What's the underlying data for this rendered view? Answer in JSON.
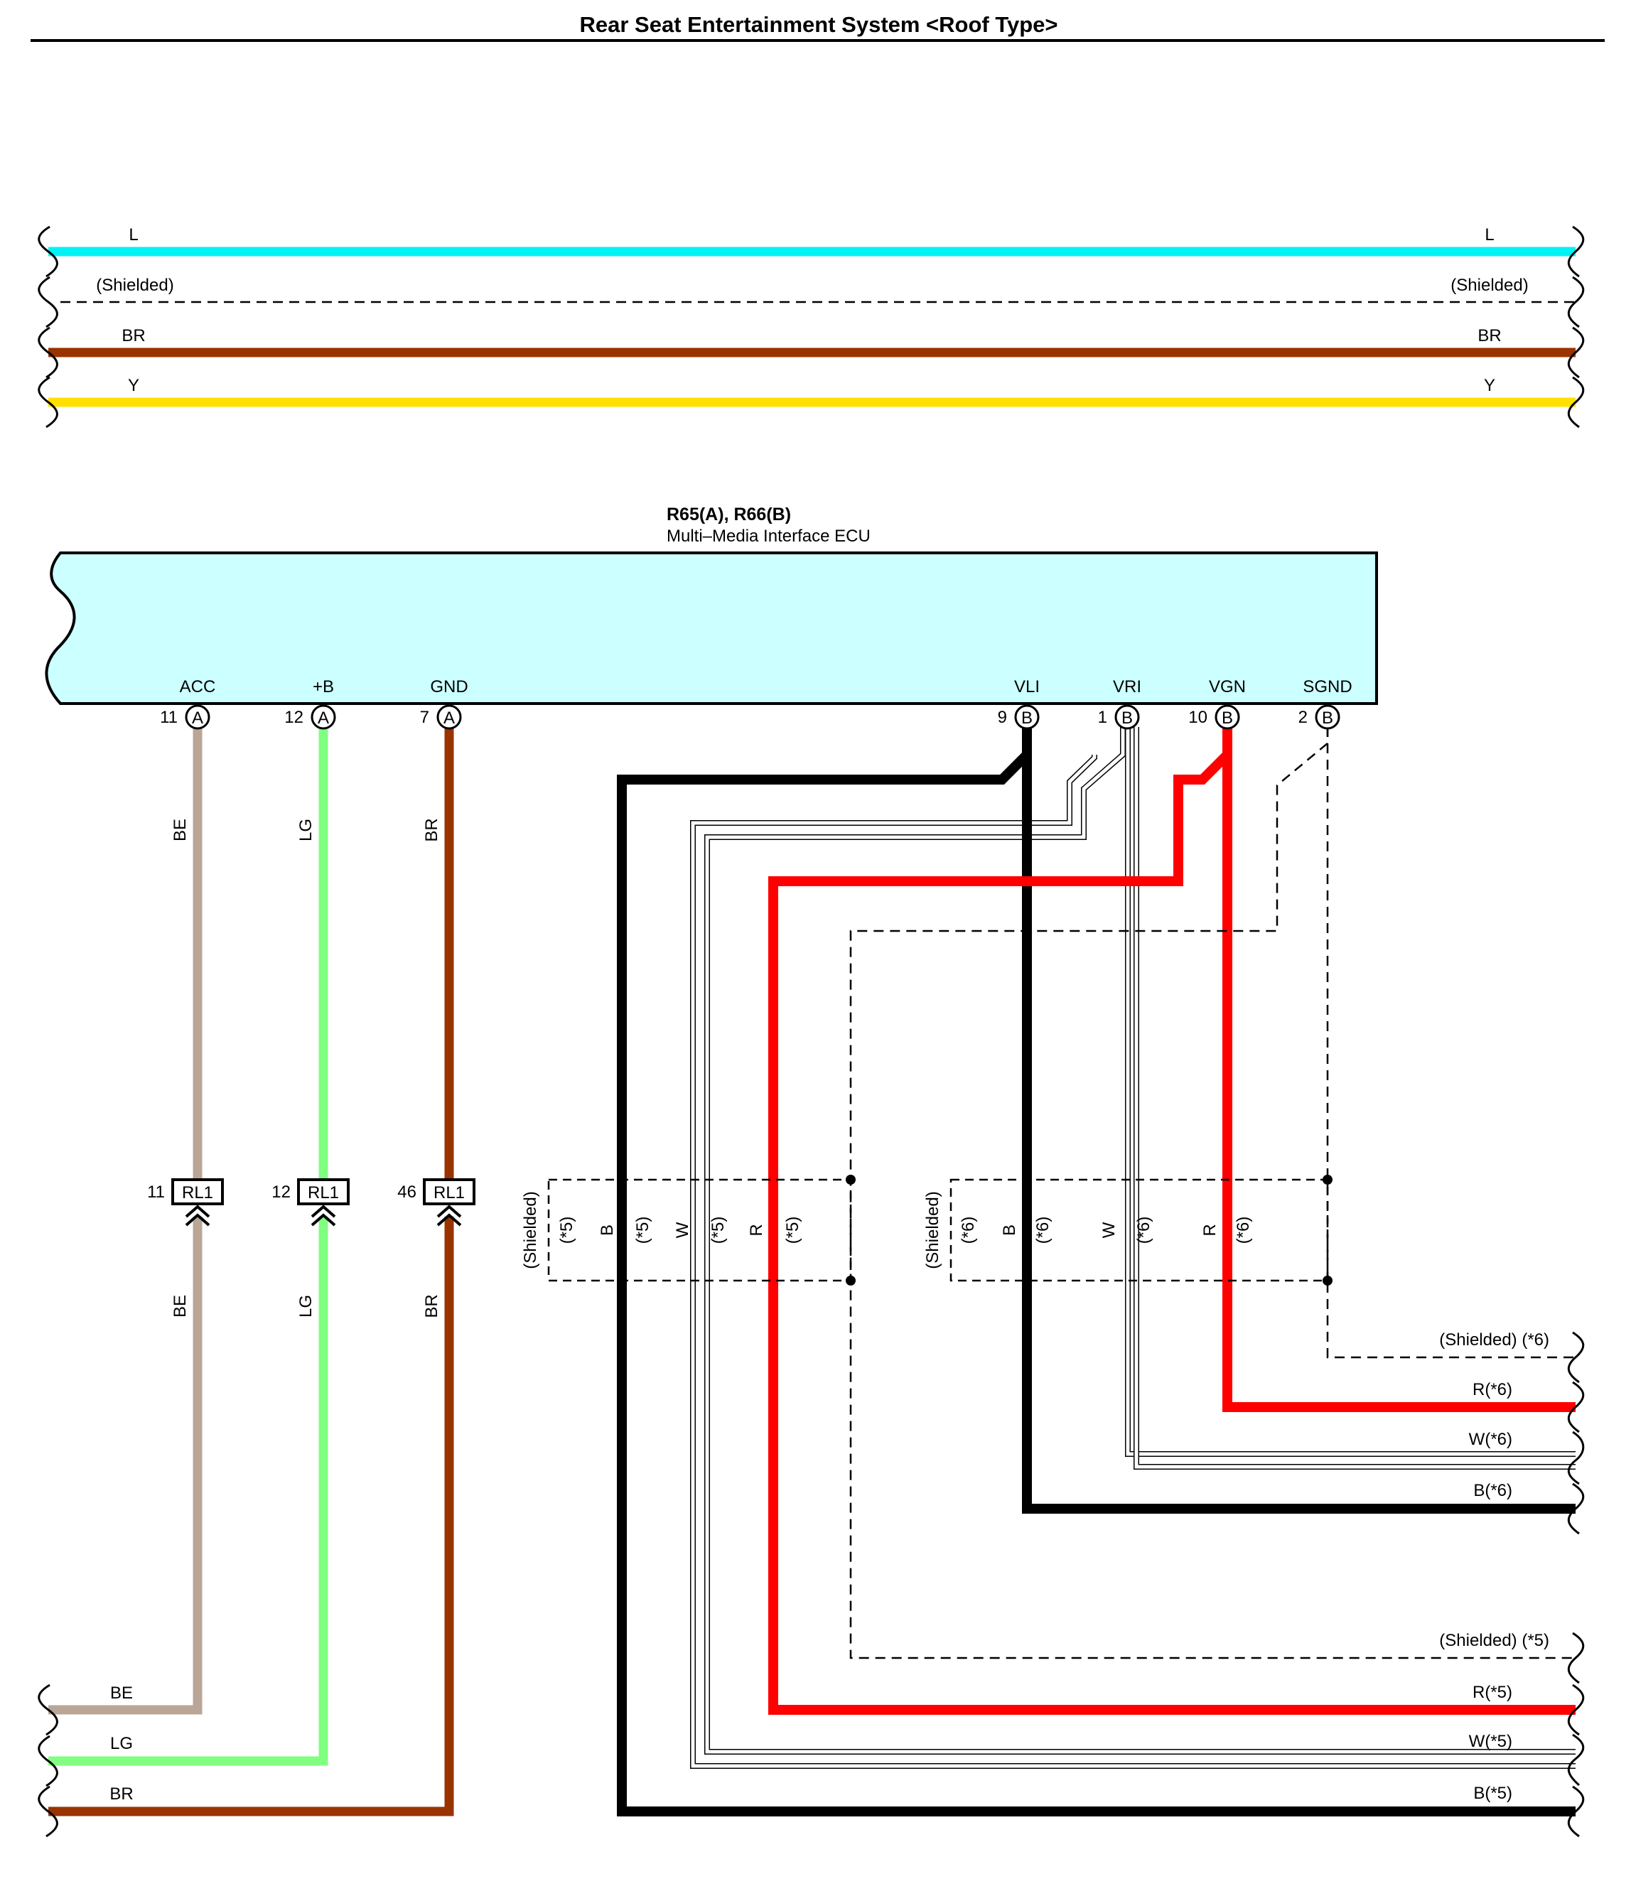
{
  "title": "Rear Seat Entertainment System <Roof Type>",
  "colors": {
    "L": "#00f2f5",
    "BR": "#993300",
    "Y": "#ffe000",
    "BE": "#b9a696",
    "LG": "#80ff80",
    "B": "#000000",
    "R": "#ff0000",
    "W": "#a6a6a6",
    "ecu_fill": "#ccffff"
  },
  "top_bus": {
    "L_left": "L",
    "L_right": "L",
    "shield_left": "(Shielded)",
    "shield_right": "(Shielded)",
    "BR_left": "BR",
    "BR_right": "BR",
    "Y_left": "Y",
    "Y_right": "Y"
  },
  "ecu": {
    "connector": "R65(A), R66(B)",
    "name": "Multi–Media Interface ECU",
    "pins": [
      {
        "name": "ACC",
        "number": "11",
        "connector": "A"
      },
      {
        "name": "+B",
        "number": "12",
        "connector": "A"
      },
      {
        "name": "GND",
        "number": "7",
        "connector": "A"
      },
      {
        "name": "VLI",
        "number": "9",
        "connector": "B"
      },
      {
        "name": "VRI",
        "number": "1",
        "connector": "B"
      },
      {
        "name": "VGN",
        "number": "10",
        "connector": "B"
      },
      {
        "name": "SGND",
        "number": "2",
        "connector": "B"
      }
    ]
  },
  "wires": {
    "acc_upper": "BE",
    "acc_lower": "BE",
    "b_upper": "LG",
    "b_lower": "LG",
    "gnd_upper": "BR",
    "gnd_lower": "BR"
  },
  "junctions": [
    {
      "number": "11",
      "id": "RL1"
    },
    {
      "number": "12",
      "id": "RL1"
    },
    {
      "number": "46",
      "id": "RL1"
    }
  ],
  "shield5": {
    "label": "(Shielded)",
    "wires": [
      {
        "color": "B",
        "note": "(*5)"
      },
      {
        "color": "W",
        "note": "(*5)"
      },
      {
        "color": "R",
        "note": "(*5)"
      }
    ],
    "note": "(*5)"
  },
  "shield6": {
    "label": "(Shielded)",
    "wires": [
      {
        "color": "B",
        "note": "(*6)"
      },
      {
        "color": "W",
        "note": "(*6)"
      },
      {
        "color": "R",
        "note": "(*6)"
      }
    ],
    "note": "(*6)"
  },
  "right_outputs_6": [
    "(Shielded) (*6)",
    "R(*6)",
    "W(*6)",
    "B(*6)"
  ],
  "right_outputs_5": [
    "(Shielded) (*5)",
    "R(*5)",
    "W(*5)",
    "B(*5)"
  ],
  "bottom_left": [
    "BE",
    "LG",
    "BR"
  ]
}
